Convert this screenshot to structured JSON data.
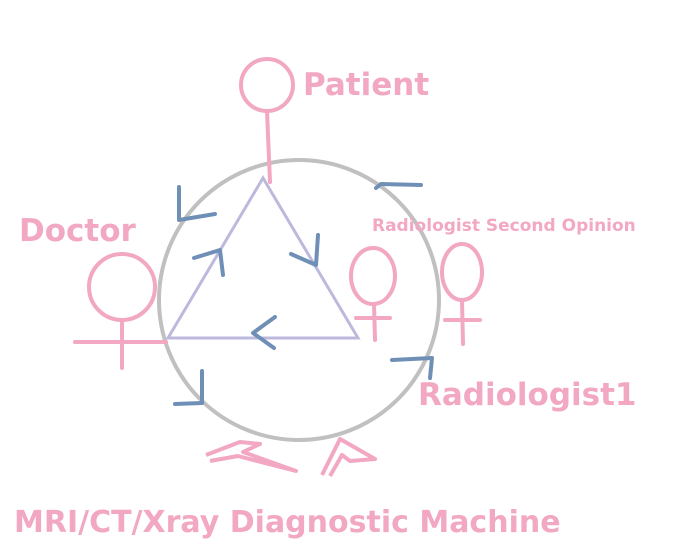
{
  "colors": {
    "figure": "#f2a7c3",
    "label": "#f2a7c3",
    "circle": "#c0c0c0",
    "triangle": "#bdb9dc",
    "arrow": "#6f8fb7"
  },
  "labels": {
    "patient": "Patient",
    "doctor": "Doctor",
    "radiologist_second_opinion": "Radiologist Second Opinion",
    "radiologist1": "Radiologist1",
    "machine": "MRI/CT/Xray Diagnostic Machine"
  }
}
